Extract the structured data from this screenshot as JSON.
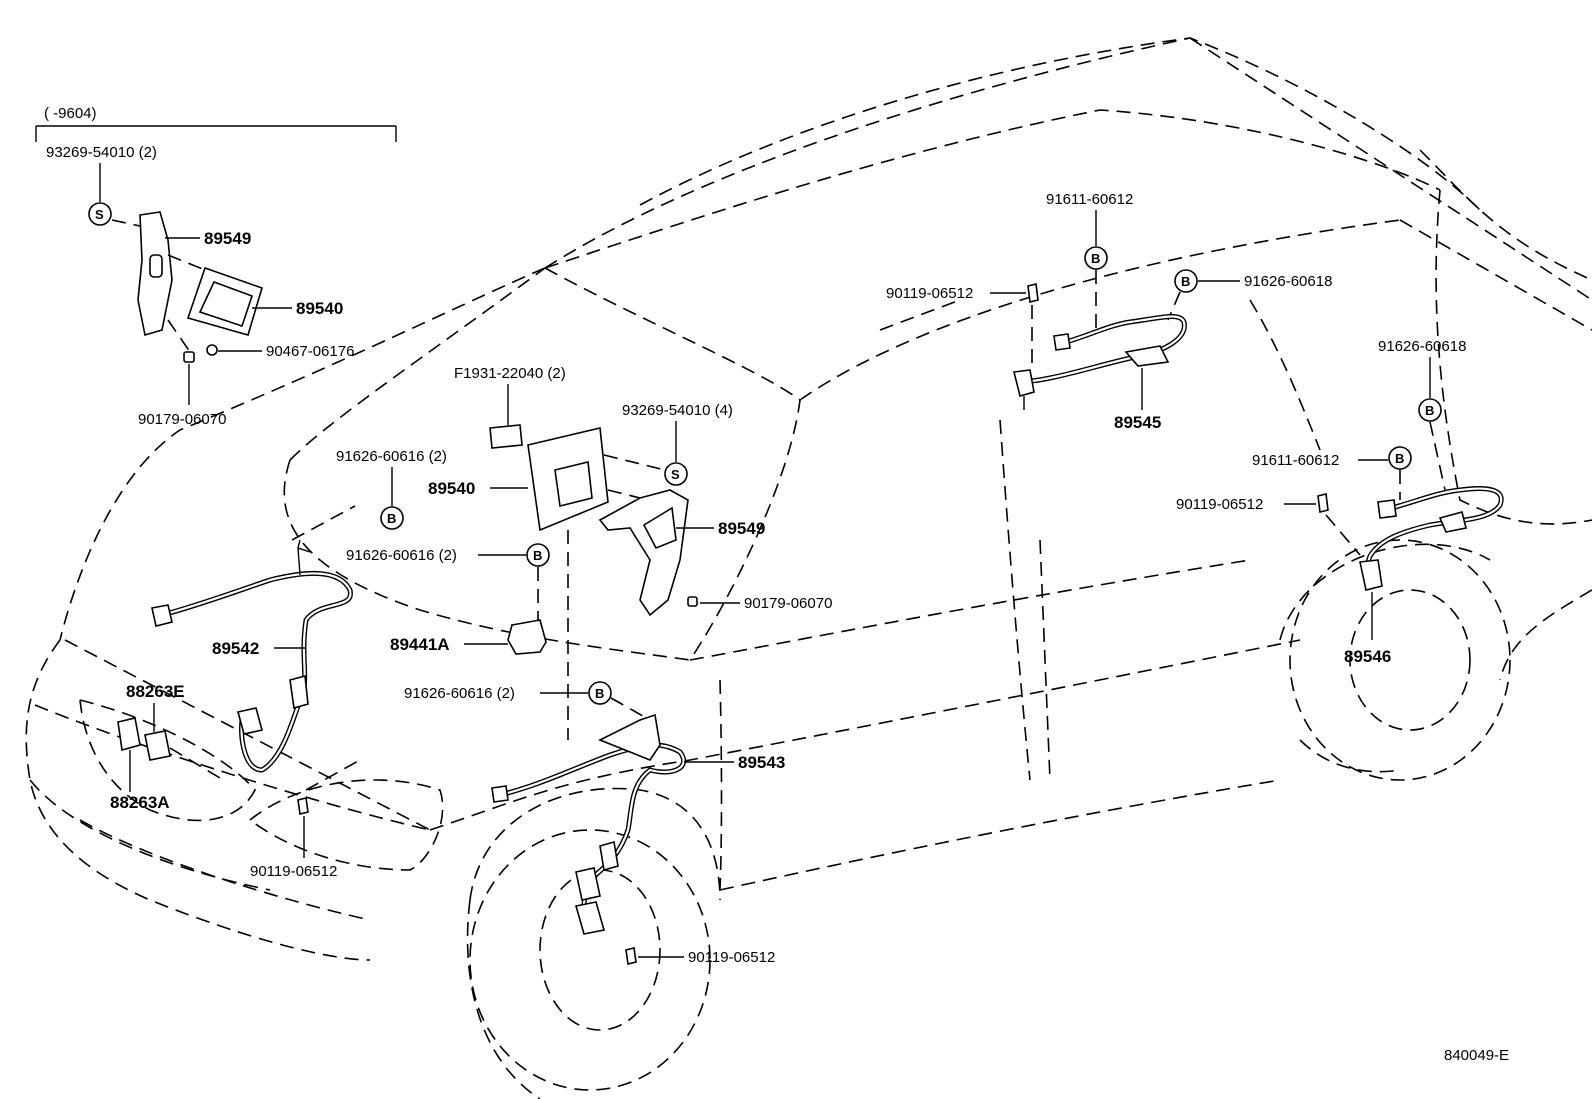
{
  "inset": {
    "range": "(      -9604)",
    "bolt": "93269-54010 (2)",
    "bolt_mark": "S",
    "bracket": "89549",
    "computer": "89540",
    "screw": "90467-06176",
    "nut": "90179-06070"
  },
  "center": {
    "label_plate": "F1931-22040 (2)",
    "bolt": "93269-54010 (4)",
    "bolt_mark": "S",
    "computer": "89540",
    "bracket": "89549",
    "nut": "90179-06070",
    "bolt_a": "91626-60616 (2)",
    "bolt_b": "91626-60616 (2)",
    "bolt_c": "91626-60616 (2)",
    "bolt_mark_b": "B",
    "yaw_sensor": "89441A"
  },
  "front_left": {
    "sensor_left": "89542",
    "relay_e": "88263E",
    "relay_a": "88263A",
    "bolt": "90119-06512"
  },
  "front_right": {
    "sensor": "89543",
    "bolt": "90119-06512"
  },
  "rear_left": {
    "bolt_top": "91611-60612",
    "bolt_side": "90119-06512",
    "bolt_right": "91626-60618",
    "sensor": "89545",
    "mark": "B"
  },
  "rear_right": {
    "bolt_top": "91626-60618",
    "bolt_mid": "91611-60612",
    "bolt_side": "90119-06512",
    "sensor": "89546",
    "mark": "B"
  },
  "figure_code": "840049-E"
}
